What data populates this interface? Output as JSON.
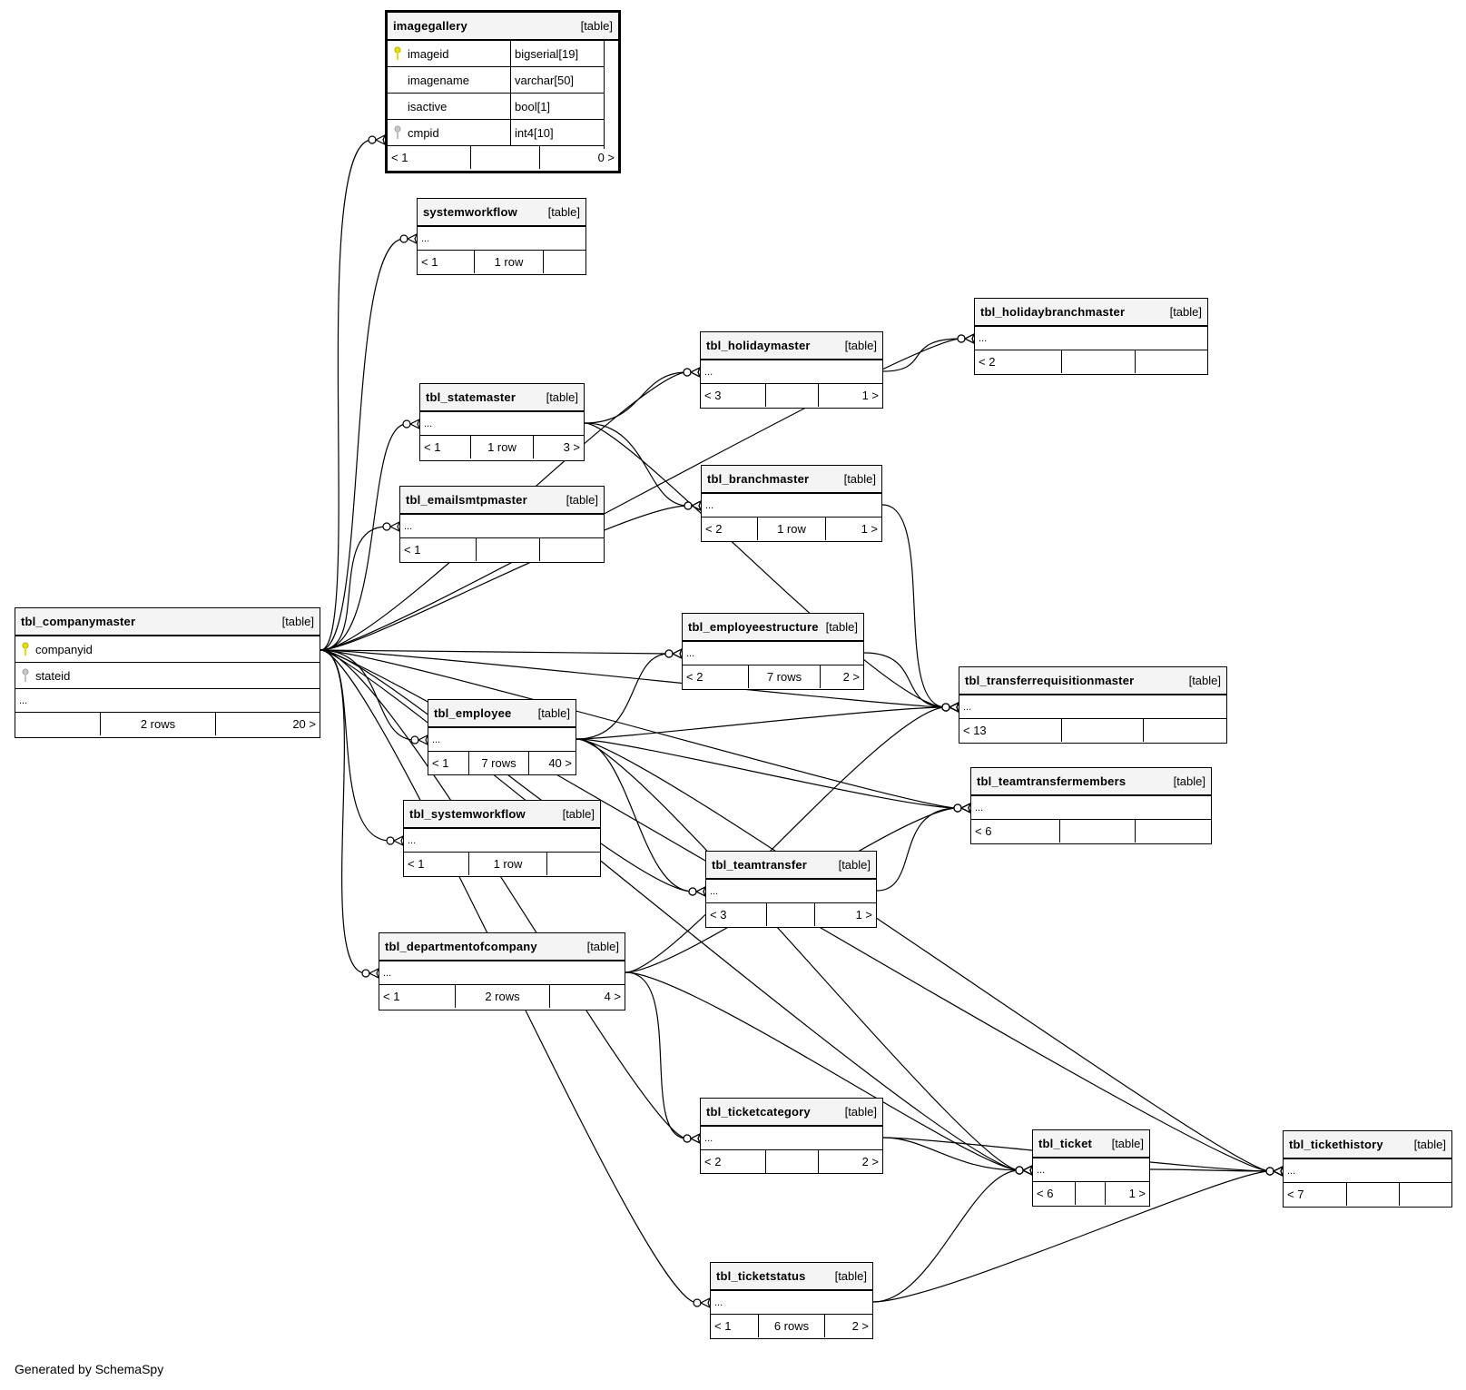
{
  "footer_note": "Generated by SchemaSpy",
  "type_label": "[table]",
  "ellipsis": "...",
  "colors": {
    "primary_key": "#e8e000",
    "foreign_key": "#b0b0b0",
    "header_bg": "#f4f4f4"
  },
  "tables": {
    "imagegallery": {
      "name": "imagegallery",
      "columns": [
        {
          "name": "imageid",
          "type": "bigserial[19]",
          "key": "primary-key-icon"
        },
        {
          "name": "imagename",
          "type": "varchar[50]",
          "key": ""
        },
        {
          "name": "isactive",
          "type": "bool[1]",
          "key": ""
        },
        {
          "name": "cmpid",
          "type": "int4[10]",
          "key": "foreign-key-icon"
        }
      ],
      "footer": [
        "< 1",
        "",
        "0 >"
      ]
    },
    "systemworkflow": {
      "name": "systemworkflow",
      "footer": [
        "< 1",
        "1 row",
        ""
      ]
    },
    "tbl_holidaybranchmaster": {
      "name": "tbl_holidaybranchmaster",
      "footer": [
        "< 2",
        "",
        ""
      ]
    },
    "tbl_holidaymaster": {
      "name": "tbl_holidaymaster",
      "footer": [
        "< 3",
        "",
        "1 >"
      ]
    },
    "tbl_statemaster": {
      "name": "tbl_statemaster",
      "footer": [
        "< 1",
        "1 row",
        "3 >"
      ]
    },
    "tbl_branchmaster": {
      "name": "tbl_branchmaster",
      "footer": [
        "< 2",
        "1 row",
        "1 >"
      ]
    },
    "tbl_emailsmtpmaster": {
      "name": "tbl_emailsmtpmaster",
      "footer": [
        "< 1",
        "",
        ""
      ]
    },
    "tbl_companymaster": {
      "name": "tbl_companymaster",
      "columns": [
        {
          "name": "companyid",
          "key": "primary-key-icon"
        },
        {
          "name": "stateid",
          "key": "foreign-key-icon"
        }
      ],
      "footer": [
        "",
        "2 rows",
        "20 >"
      ]
    },
    "tbl_employeestructure": {
      "name": "tbl_employeestructure",
      "footer": [
        "< 2",
        "7 rows",
        "2 >"
      ]
    },
    "tbl_transferrequisitionmaster": {
      "name": "tbl_transferrequisitionmaster",
      "footer": [
        "< 13",
        "",
        ""
      ]
    },
    "tbl_employee": {
      "name": "tbl_employee",
      "footer": [
        "< 1",
        "7 rows",
        "40 >"
      ]
    },
    "tbl_teamtransfermembers": {
      "name": "tbl_teamtransfermembers",
      "footer": [
        "< 6",
        "",
        ""
      ]
    },
    "tbl_systemworkflow": {
      "name": "tbl_systemworkflow",
      "footer": [
        "< 1",
        "1 row",
        ""
      ]
    },
    "tbl_teamtransfer": {
      "name": "tbl_teamtransfer",
      "footer": [
        "< 3",
        "",
        "1 >"
      ]
    },
    "tbl_departmentofcompany": {
      "name": "tbl_departmentofcompany",
      "footer": [
        "< 1",
        "2 rows",
        "4 >"
      ]
    },
    "tbl_ticketcategory": {
      "name": "tbl_ticketcategory",
      "footer": [
        "< 2",
        "",
        "2 >"
      ]
    },
    "tbl_ticket": {
      "name": "tbl_ticket",
      "footer": [
        "< 6",
        "",
        "1 >"
      ]
    },
    "tbl_tickethistory": {
      "name": "tbl_tickethistory",
      "footer": [
        "< 7",
        "",
        ""
      ]
    },
    "tbl_ticketstatus": {
      "name": "tbl_ticketstatus",
      "footer": [
        "< 1",
        "6 rows",
        "2 >"
      ]
    }
  },
  "relationships": [
    {
      "from": "tbl_companymaster",
      "to": "imagegallery"
    },
    {
      "from": "tbl_companymaster",
      "to": "systemworkflow"
    },
    {
      "from": "tbl_companymaster",
      "to": "tbl_holidaybranchmaster"
    },
    {
      "from": "tbl_companymaster",
      "to": "tbl_holidaymaster"
    },
    {
      "from": "tbl_companymaster",
      "to": "tbl_statemaster"
    },
    {
      "from": "tbl_companymaster",
      "to": "tbl_branchmaster"
    },
    {
      "from": "tbl_companymaster",
      "to": "tbl_emailsmtpmaster"
    },
    {
      "from": "tbl_companymaster",
      "to": "tbl_employeestructure"
    },
    {
      "from": "tbl_companymaster",
      "to": "tbl_transferrequisitionmaster"
    },
    {
      "from": "tbl_companymaster",
      "to": "tbl_employee"
    },
    {
      "from": "tbl_companymaster",
      "to": "tbl_systemworkflow"
    },
    {
      "from": "tbl_companymaster",
      "to": "tbl_teamtransfer"
    },
    {
      "from": "tbl_companymaster",
      "to": "tbl_departmentofcompany"
    },
    {
      "from": "tbl_companymaster",
      "to": "tbl_teamtransfermembers"
    },
    {
      "from": "tbl_companymaster",
      "to": "tbl_ticketcategory"
    },
    {
      "from": "tbl_companymaster",
      "to": "tbl_ticket"
    },
    {
      "from": "tbl_companymaster",
      "to": "tbl_tickethistory"
    },
    {
      "from": "tbl_companymaster",
      "to": "tbl_ticketstatus"
    },
    {
      "from": "tbl_statemaster",
      "to": "tbl_holidaymaster"
    },
    {
      "from": "tbl_statemaster",
      "to": "tbl_branchmaster"
    },
    {
      "from": "tbl_statemaster",
      "to": "tbl_transferrequisitionmaster"
    },
    {
      "from": "tbl_holidaymaster",
      "to": "tbl_holidaybranchmaster"
    },
    {
      "from": "tbl_branchmaster",
      "to": "tbl_transferrequisitionmaster"
    },
    {
      "from": "tbl_employeestructure",
      "to": "tbl_transferrequisitionmaster"
    },
    {
      "from": "tbl_employee",
      "to": "tbl_employeestructure"
    },
    {
      "from": "tbl_employee",
      "to": "tbl_transferrequisitionmaster"
    },
    {
      "from": "tbl_employee",
      "to": "tbl_teamtransfermembers"
    },
    {
      "from": "tbl_employee",
      "to": "tbl_teamtransfer"
    },
    {
      "from": "tbl_employee",
      "to": "tbl_ticket"
    },
    {
      "from": "tbl_employee",
      "to": "tbl_tickethistory"
    },
    {
      "from": "tbl_teamtransfer",
      "to": "tbl_teamtransfermembers"
    },
    {
      "from": "tbl_departmentofcompany",
      "to": "tbl_transferrequisitionmaster"
    },
    {
      "from": "tbl_departmentofcompany",
      "to": "tbl_teamtransfermembers"
    },
    {
      "from": "tbl_departmentofcompany",
      "to": "tbl_ticketcategory"
    },
    {
      "from": "tbl_departmentofcompany",
      "to": "tbl_ticket"
    },
    {
      "from": "tbl_ticketcategory",
      "to": "tbl_ticket"
    },
    {
      "from": "tbl_ticketcategory",
      "to": "tbl_tickethistory"
    },
    {
      "from": "tbl_ticket",
      "to": "tbl_tickethistory"
    },
    {
      "from": "tbl_ticketstatus",
      "to": "tbl_ticket"
    },
    {
      "from": "tbl_ticketstatus",
      "to": "tbl_tickethistory"
    }
  ]
}
